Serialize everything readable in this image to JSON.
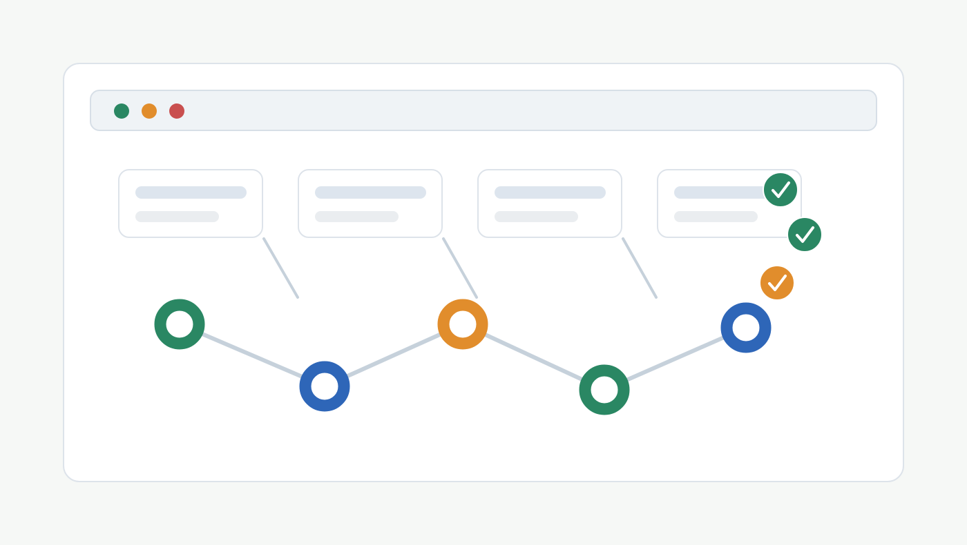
{
  "colors": {
    "background": "#f6f8f6",
    "window": "#ffffff",
    "titlebar": "#eff3f6",
    "green": "#2a8763",
    "orange": "#e18d2c",
    "red": "#c94f4f",
    "blue": "#2e66b8",
    "connector": "#c6d1db",
    "card_border": "#dde3ea"
  },
  "window_controls": [
    {
      "name": "green-window-dot",
      "color": "green"
    },
    {
      "name": "orange-window-dot",
      "color": "orange"
    },
    {
      "name": "red-window-dot",
      "color": "red"
    }
  ],
  "cards": [
    {
      "name": "card-1"
    },
    {
      "name": "card-2"
    },
    {
      "name": "card-3"
    },
    {
      "name": "card-4",
      "checked": true
    }
  ],
  "nodes": [
    {
      "name": "node-1",
      "color": "green"
    },
    {
      "name": "node-2",
      "color": "blue"
    },
    {
      "name": "node-3",
      "color": "orange"
    },
    {
      "name": "node-4",
      "color": "green"
    },
    {
      "name": "node-5",
      "color": "blue"
    }
  ],
  "check_badges": [
    {
      "name": "check-badge-1",
      "color": "green",
      "icon": "check-icon"
    },
    {
      "name": "check-badge-2",
      "color": "green",
      "icon": "check-icon"
    },
    {
      "name": "check-badge-3",
      "color": "orange",
      "icon": "check-icon"
    }
  ]
}
